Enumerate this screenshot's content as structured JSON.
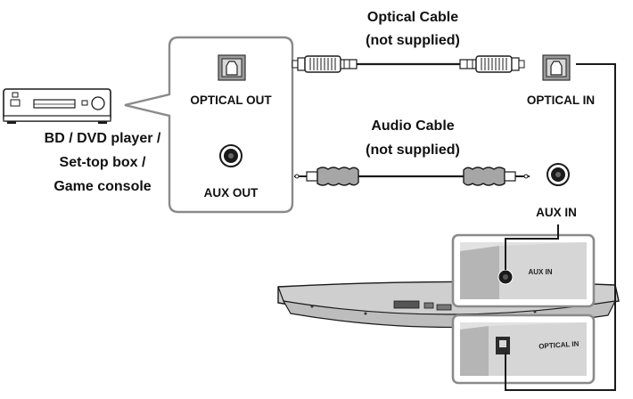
{
  "source": {
    "device_lines": [
      "BD / DVD player /",
      "Set-top box /",
      "Game console"
    ],
    "optical_out_label": "OPTICAL OUT",
    "aux_out_label": "AUX OUT"
  },
  "cables": {
    "optical_lines": [
      "Optical Cable",
      "(not supplied)"
    ],
    "audio_lines": [
      "Audio Cable",
      "(not supplied)"
    ]
  },
  "soundbar": {
    "optical_in_label": "OPTICAL IN",
    "aux_in_label": "AUX IN",
    "panel_aux_label": "AUX IN",
    "panel_optical_label": "OPTICAL IN"
  },
  "colors": {
    "line": "#1a1a1a",
    "panel_fill": "#e6e6e6",
    "panel_stroke": "#8a8a8a",
    "port_dark": "#2b2b2b",
    "cable_gray": "#9a9a9a"
  }
}
